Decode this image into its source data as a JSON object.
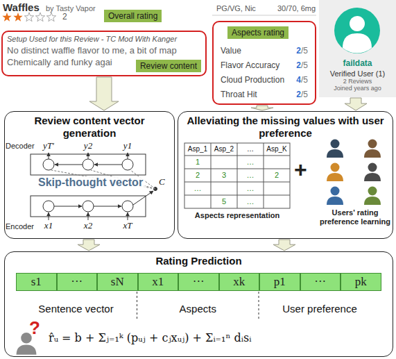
{
  "diagram": {
    "nodes": [
      {
        "text": [
          "Overall rating"
        ]
      },
      {
        "text": [
          "Setup Used for this Review - TC Mod With Kanger",
          "No distinct waffle flavor to me, a bit of map",
          "Chemically and funky agai"
        ]
      },
      {
        "text": [
          "Review content"
        ],
        "in": 1
      },
      {
        "text": [
          "Value",
          "2",
          "/5",
          "Flavor Accuracy",
          "2",
          "/5",
          "Cloud Production",
          "4",
          "/5",
          "Throat Hit",
          "2",
          "/5"
        ]
      },
      {
        "text": [
          "Aspects rating"
        ],
        "in": 3
      },
      {
        "text": [
          "faildata",
          "Verified User (1)",
          "2 Reviews",
          "Joined years ago"
        ]
      },
      {
        "text": [
          "Review content vector generation"
        ]
      },
      {
        "text": [
          "Alleviating the missing values with user preference"
        ]
      },
      {
        "text": [
          "Rating Prediction"
        ]
      },
      {
        "text": [
          "s1"
        ],
        "in": 8
      },
      {
        "text": [
          "···"
        ],
        "in": 8
      },
      {
        "text": [
          "sN"
        ],
        "in": 8
      },
      {
        "text": [
          "x1"
        ],
        "in": 8
      },
      {
        "text": [
          "···"
        ],
        "in": 8
      },
      {
        "text": [
          "xk"
        ],
        "in": 8
      },
      {
        "text": [
          "p1"
        ],
        "in": 8
      },
      {
        "text": [
          "···"
        ],
        "in": 8
      },
      {
        "text": [
          "pk"
        ],
        "in": 8
      }
    ],
    "edges": [
      {
        "from": 1,
        "to": 6,
        "arrow": "to"
      },
      {
        "from": 3,
        "to": 7,
        "arrow": "to"
      },
      {
        "from": 5,
        "to": 7,
        "arrow": "to"
      },
      {
        "from": 6,
        "to": 8,
        "arrow": "to"
      },
      {
        "from": 7,
        "to": 8,
        "arrow": "to"
      }
    ],
    "labels": [
      "Waffles",
      "by Tasty Vapor",
      "2",
      "PG/VG, Nic",
      "30/70, 6mg",
      "Decoder",
      "yT'",
      "y2",
      "y1",
      "C",
      "Skip-thought vector",
      "Encoder",
      "x1",
      "x2",
      "xT",
      "Asp_1",
      "Asp_2",
      "…",
      "Asp_K",
      "1",
      "…",
      "2",
      "3",
      "…",
      "2",
      "…",
      "…",
      "5",
      "…",
      "Aspects representation",
      "+",
      "Users' rating preference learning",
      "Sentence vector",
      "Aspects",
      "User preference",
      "?",
      "r̂ᵤ = b + Σⱼ₌₁ᵏ (pᵤⱼ + cⱼxᵤⱼ) + Σᵢ₌₁ⁿ dᵢsᵢ"
    ]
  }
}
